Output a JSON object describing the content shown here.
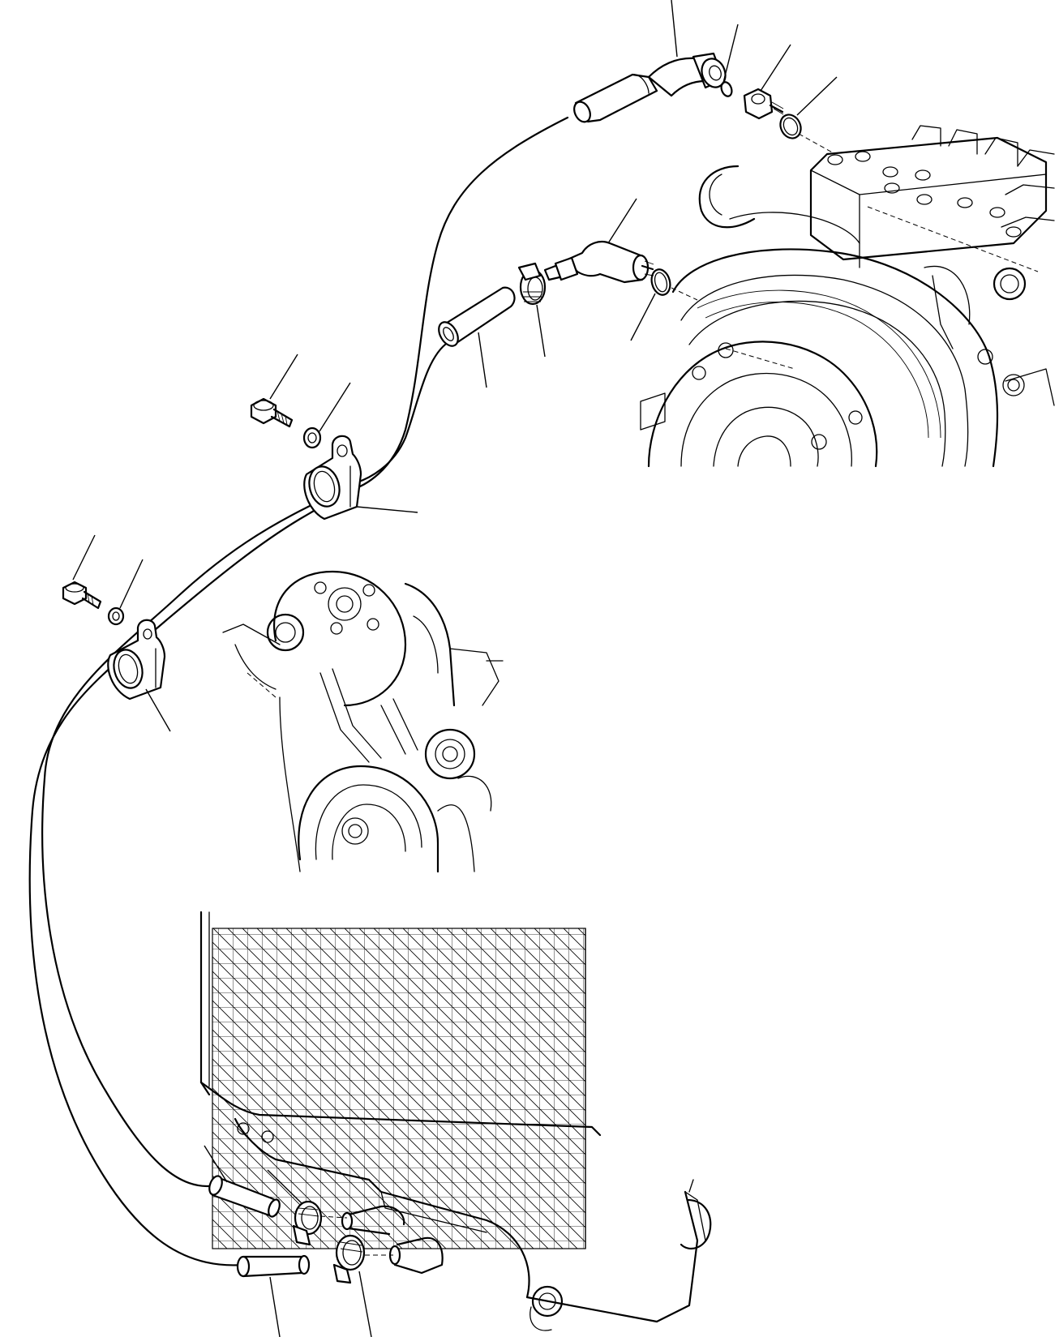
{
  "diagram": {
    "kind": "exploded parts view",
    "colors": {
      "line": "#000000",
      "background": "#ffffff"
    },
    "assemblies": [
      "transmission",
      "engine-front",
      "radiator"
    ],
    "parts": [
      {
        "id": "elbow-fitting-top"
      },
      {
        "id": "seal-ring-small"
      },
      {
        "id": "adapter-nut"
      },
      {
        "id": "o-ring-top"
      },
      {
        "id": "elbow-fitting-mid"
      },
      {
        "id": "o-ring-mid"
      },
      {
        "id": "hose-clamp-mid"
      },
      {
        "id": "hose-mid"
      },
      {
        "id": "bolt-upper"
      },
      {
        "id": "washer-upper"
      },
      {
        "id": "clip-upper"
      },
      {
        "id": "bolt-lower"
      },
      {
        "id": "washer-lower"
      },
      {
        "id": "clip-lower"
      },
      {
        "id": "hose-end-upper"
      },
      {
        "id": "hose-clamp-upper"
      },
      {
        "id": "hose-end-lower"
      },
      {
        "id": "hose-clamp-lower"
      }
    ]
  }
}
